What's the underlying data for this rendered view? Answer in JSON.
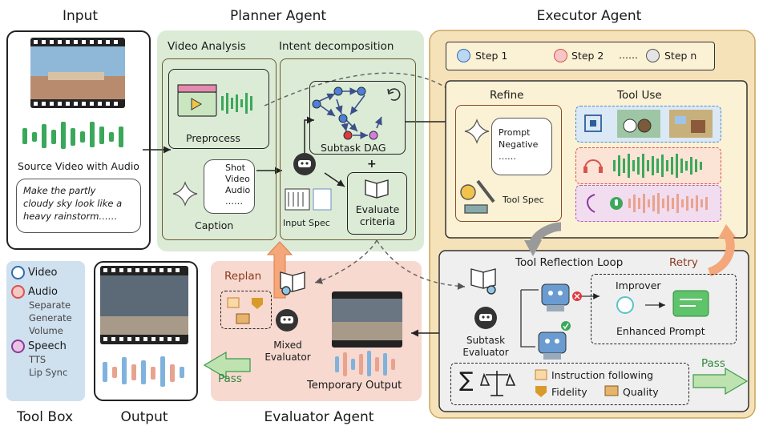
{
  "sections": {
    "input": "Input",
    "planner": "Planner Agent",
    "executor": "Executor Agent",
    "evaluator": "Evaluator Agent",
    "toolbox": "Tool Box",
    "output": "Output"
  },
  "input": {
    "caption": "Source Video with Audio",
    "prompt_line1": "Make the partly",
    "prompt_line2": "cloudy sky look like a",
    "prompt_line3": "heavy rainstorm……"
  },
  "planner": {
    "video_analysis": "Video Analysis",
    "intent_decomposition": "Intent decomposition",
    "preprocess": "Preprocess",
    "caption": "Caption",
    "shot": "Shot",
    "video": "Video",
    "audio": "Audio",
    "dots": "……",
    "subtask_dag": "Subtask DAG",
    "input_spec": "Input Spec",
    "plus": "+",
    "evaluate_line1": "Evaluate",
    "evaluate_line2": "criteria"
  },
  "executor": {
    "step1": "Step 1",
    "step2": "Step 2",
    "ellipsis": "……",
    "stepn": "Step n",
    "refine": "Refine",
    "tool_use": "Tool Use",
    "prompt": "Prompt",
    "negative": "Negative",
    "dots": "……",
    "tool_spec": "Tool Spec",
    "reflection_loop": "Tool Reflection Loop",
    "retry": "Retry",
    "subtask_eval_line1": "Subtask",
    "subtask_eval_line2": "Evaluator",
    "improver": "Improver",
    "enhanced_prompt": "Enhanced Prompt",
    "sigma": "∑",
    "instruction_following": "Instruction following",
    "fidelity": "Fidelity",
    "quality": "Quality",
    "pass": "Pass"
  },
  "evaluator": {
    "replan": "Replan",
    "mixed_line1": "Mixed",
    "mixed_line2": "Evaluator",
    "temporary_output": "Temporary Output",
    "pass": "Pass"
  },
  "toolbox": {
    "video": "Video",
    "audio": "Audio",
    "separate": "Separate",
    "generate": "Generate",
    "volume": "Volume",
    "speech": "Speech",
    "tts": "TTS",
    "lipsync": "Lip Sync"
  },
  "colors": {
    "planner_bg": "#dcebd6",
    "executor_bg": "#f6e2b8",
    "evaluator_bg": "#f7d9cf",
    "toolbox_bg": "#cfe0ee",
    "video_blue": "#2e6db4",
    "audio_red": "#d9534f",
    "speech_purple": "#c05ab4",
    "green_wave": "#3aa85a",
    "orange_arrow": "#f0a070"
  }
}
